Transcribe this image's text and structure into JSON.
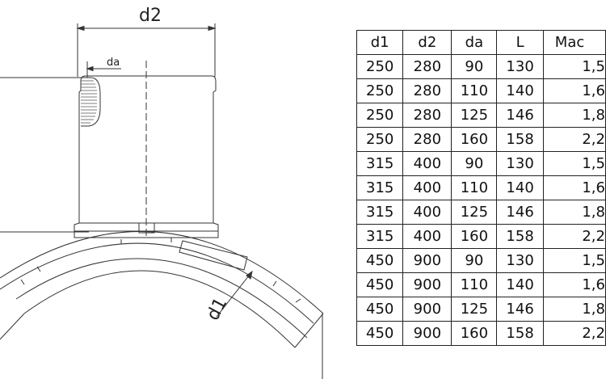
{
  "drawing": {
    "labels": {
      "d2": "d2",
      "da": "da",
      "d1": "d1"
    }
  },
  "table": {
    "headers": [
      "d1",
      "d2",
      "da",
      "L",
      "Мас"
    ],
    "rows": [
      [
        "250",
        "280",
        "90",
        "130",
        "1,5"
      ],
      [
        "250",
        "280",
        "110",
        "140",
        "1,6"
      ],
      [
        "250",
        "280",
        "125",
        "146",
        "1,8"
      ],
      [
        "250",
        "280",
        "160",
        "158",
        "2,2"
      ],
      [
        "315",
        "400",
        "90",
        "130",
        "1,5"
      ],
      [
        "315",
        "400",
        "110",
        "140",
        "1,6"
      ],
      [
        "315",
        "400",
        "125",
        "146",
        "1,8"
      ],
      [
        "315",
        "400",
        "160",
        "158",
        "2,2"
      ],
      [
        "450",
        "900",
        "90",
        "130",
        "1,5"
      ],
      [
        "450",
        "900",
        "110",
        "140",
        "1,6"
      ],
      [
        "450",
        "900",
        "125",
        "146",
        "1,8"
      ],
      [
        "450",
        "900",
        "160",
        "158",
        "2,2"
      ]
    ]
  }
}
